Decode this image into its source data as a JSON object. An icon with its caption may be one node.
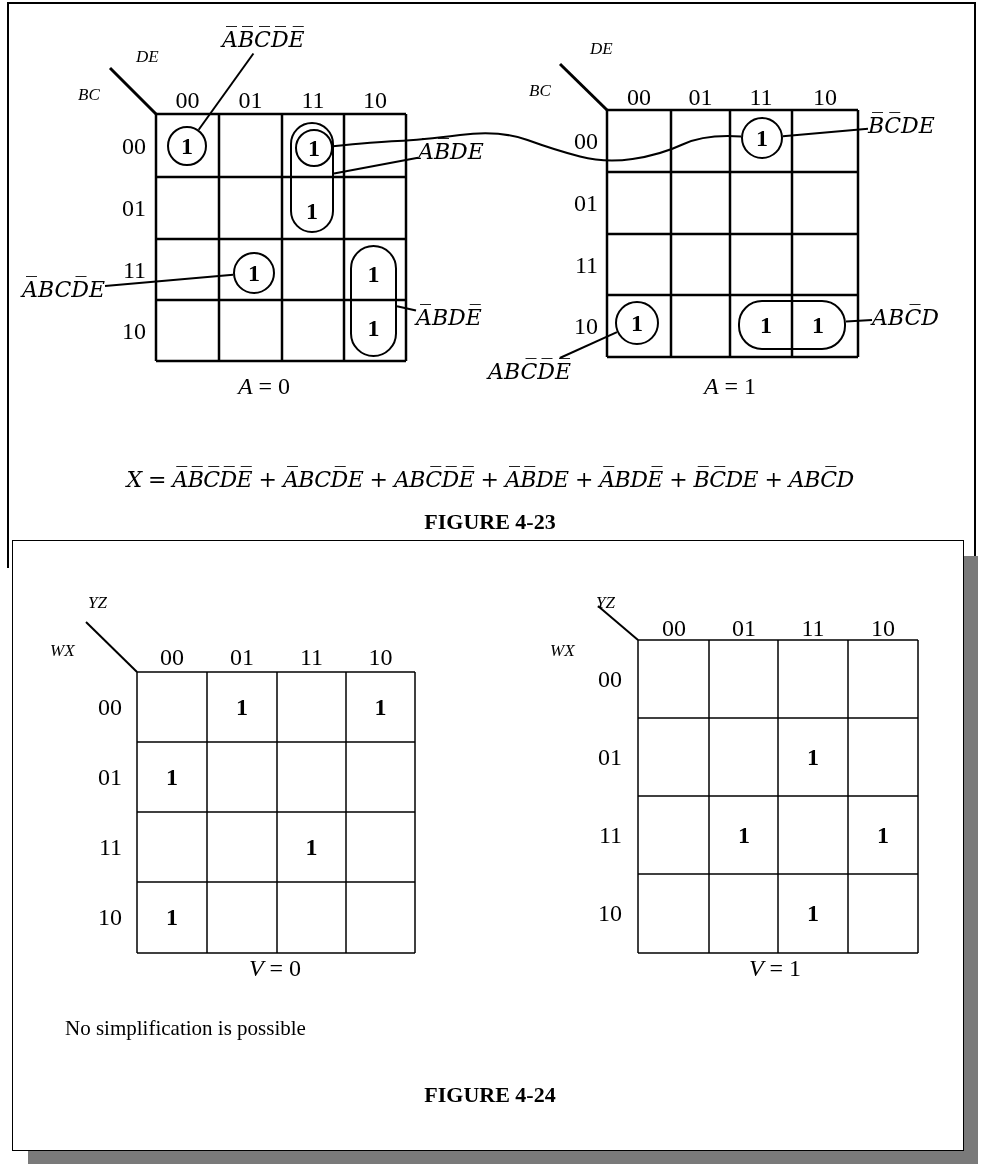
{
  "diagram": {
    "nodes": [
      {
        "text": [
          "A̅B̅C̅D̅E̅"
        ]
      },
      {
        "text": [
          "1"
        ]
      },
      {
        "text": [
          "1"
        ]
      },
      {
        "text": [
          "1"
        ],
        "in": 2
      },
      {
        "text": [
          "A̅B̅DE"
        ]
      },
      {
        "text": [
          "1"
        ]
      },
      {
        "text": [
          "A̅BCD̅E"
        ]
      },
      {
        "text": [
          "1",
          "1"
        ]
      },
      {
        "text": [
          "A̅BDE̅"
        ]
      },
      {
        "text": [
          "1"
        ]
      },
      {
        "text": [
          "B̅C̅DE"
        ]
      },
      {
        "text": [
          "1"
        ]
      },
      {
        "text": [
          "ABC̅D̅E̅"
        ]
      },
      {
        "text": [
          "1",
          "1"
        ]
      },
      {
        "text": [
          "ABC̅D"
        ]
      }
    ],
    "edges": [
      {
        "from": 0,
        "to": 1,
        "arrow": "none"
      },
      {
        "from": 4,
        "to": 2,
        "arrow": "none"
      },
      {
        "from": 6,
        "to": 5,
        "arrow": "none"
      },
      {
        "from": 8,
        "to": 7,
        "arrow": "none"
      },
      {
        "from": 3,
        "to": 9,
        "arrow": "none"
      },
      {
        "from": 10,
        "to": 9,
        "arrow": "none"
      },
      {
        "from": 12,
        "to": 11,
        "arrow": "none"
      },
      {
        "from": 14,
        "to": 13,
        "arrow": "none"
      }
    ],
    "labels": [
      "DE",
      "BC",
      "00",
      "01",
      "11",
      "10",
      "00",
      "01",
      "11",
      "10",
      "*A* = 0",
      "DE",
      "BC",
      "00",
      "01",
      "11",
      "10",
      "00",
      "01",
      "11",
      "10",
      "*A* = 1",
      "X = A̅B̅C̅D̅E̅ + A̅BCD̅E + ABC̅D̅E̅ + A̅B̅DE + A̅BDE̅ + B̅C̅DE + ABC̅D",
      "FIGURE 4-23",
      "YZ",
      "WX",
      "00",
      "01",
      "11",
      "10",
      "00",
      "1",
      "1",
      "01",
      "1",
      "11",
      "1",
      "10",
      "1",
      "*V* = 0",
      "YZ",
      "WX",
      "00",
      "01",
      "11",
      "10",
      "00",
      "01",
      "1",
      "11",
      "1",
      "1",
      "10",
      "1",
      "*V* = 1",
      "No simplification is possible",
      "FIGURE 4-24"
    ]
  }
}
